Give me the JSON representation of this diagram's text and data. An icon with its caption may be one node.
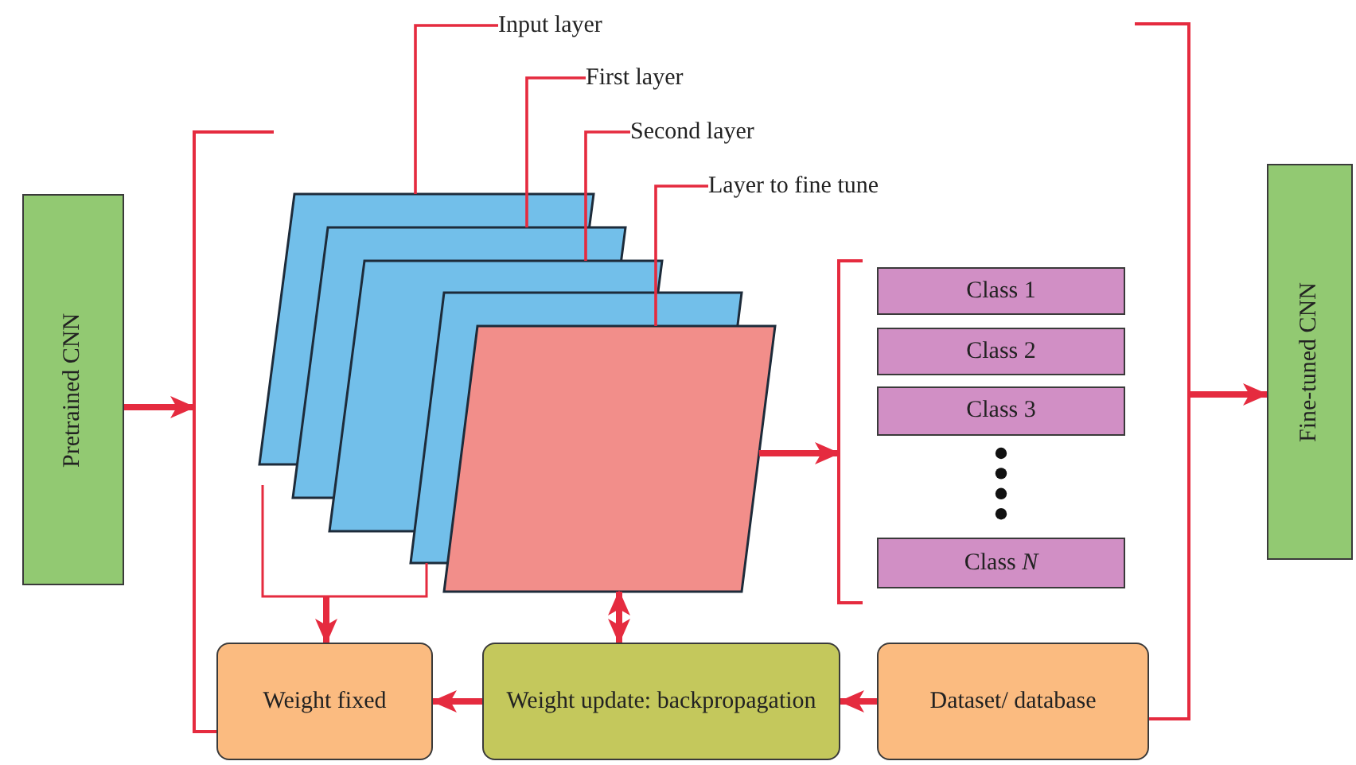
{
  "diagram": {
    "nodes": [
      {
        "text": [
          "Pretrained CNN"
        ]
      },
      {
        "text": [],
        "shape": "bracket"
      },
      {
        "text": [
          "Input layer"
        ]
      },
      {
        "text": [
          "First layer"
        ]
      },
      {
        "text": [
          "Second layer"
        ]
      },
      {
        "text": [
          "Layer to fine tune"
        ]
      },
      {
        "text": [],
        "shape": "parallelogram"
      },
      {
        "text": [],
        "shape": "parallelogram"
      },
      {
        "text": [],
        "shape": "parallelogram"
      },
      {
        "text": [],
        "shape": "parallelogram"
      },
      {
        "text": [],
        "shape": "parallelogram"
      },
      {
        "text": [],
        "shape": "bracket"
      },
      {
        "text": [],
        "shape": "bracket"
      },
      {
        "text": [
          "Class 1"
        ]
      },
      {
        "text": [
          "Class 2"
        ]
      },
      {
        "text": [
          "Class 3"
        ]
      },
      {
        "text": [
          "Class *N*"
        ]
      },
      {
        "text": [],
        "shape": "bracket"
      },
      {
        "text": [
          "Fine-tuned CNN"
        ]
      },
      {
        "text": [
          "Weight fixed"
        ]
      },
      {
        "text": [
          "Weight update: backpropagation"
        ]
      },
      {
        "text": [
          "Dataset/ database"
        ]
      }
    ],
    "edges": [
      {
        "from": 0,
        "to": 1,
        "arrow": "to"
      },
      {
        "from": 2,
        "to": 6,
        "arrow": "none"
      },
      {
        "from": 3,
        "to": 7,
        "arrow": "none"
      },
      {
        "from": 4,
        "to": 8,
        "arrow": "none"
      },
      {
        "from": 5,
        "to": 10,
        "arrow": "none"
      },
      {
        "from": 10,
        "to": 12,
        "arrow": "to"
      },
      {
        "from": 17,
        "to": 18,
        "arrow": "to"
      },
      {
        "from": 11,
        "to": 19,
        "arrow": "to"
      },
      {
        "from": 10,
        "to": 20,
        "arrow": "both"
      },
      {
        "from": 20,
        "to": 19,
        "arrow": "to"
      },
      {
        "from": 21,
        "to": 20,
        "arrow": "to"
      }
    ]
  }
}
